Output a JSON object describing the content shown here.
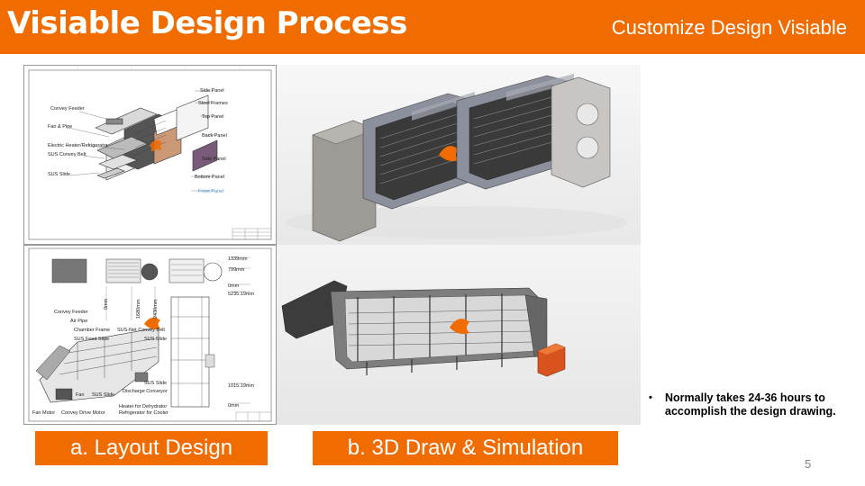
{
  "header": {
    "title": "Visiable Design Process",
    "subtitle": "Customize Design Visiable"
  },
  "layout_top": {
    "labels_left": [
      "Convey Feeder",
      "Fan & Pipe",
      "Electric Heater/Refrigerator",
      "SUS Convey Belt",
      "SUS Slide"
    ],
    "labels_right": [
      "Side Panel",
      "Steel Frames",
      "Top Panel",
      "Back Panel",
      "Side Panel",
      "Bottom Panel",
      "Front Panel"
    ]
  },
  "layout_bottom": {
    "labels_left": [
      "Convey Feeder",
      "Air Pipe",
      "Chamber Frame",
      "SUS Feed Slide",
      "SUS-Net Convey Belt",
      "SUS Slide",
      "Fan",
      "SUS Slide",
      "Fan Motor",
      "Convey Drive Motor"
    ],
    "labels_mid": [
      "Discharge Conveyor",
      "Heater for Dehydrator",
      "Refrigerator for Cooler",
      "SUS Slide"
    ],
    "dimensions": [
      "1339mm",
      "799mm",
      "0mm",
      "5235.19mm",
      "1015.19mm",
      "0mm",
      "0mm",
      "1680mm",
      "2430mm"
    ]
  },
  "captions": {
    "layout": "a. Layout Design",
    "sim": "b. 3D Draw & Simulation"
  },
  "note": {
    "bullet": "•",
    "text": "Normally takes 24-36 hours to accomplish the design drawing."
  },
  "page_number": "5",
  "colors": {
    "accent": "#f06c00",
    "text_on_accent": "#ffffff"
  }
}
